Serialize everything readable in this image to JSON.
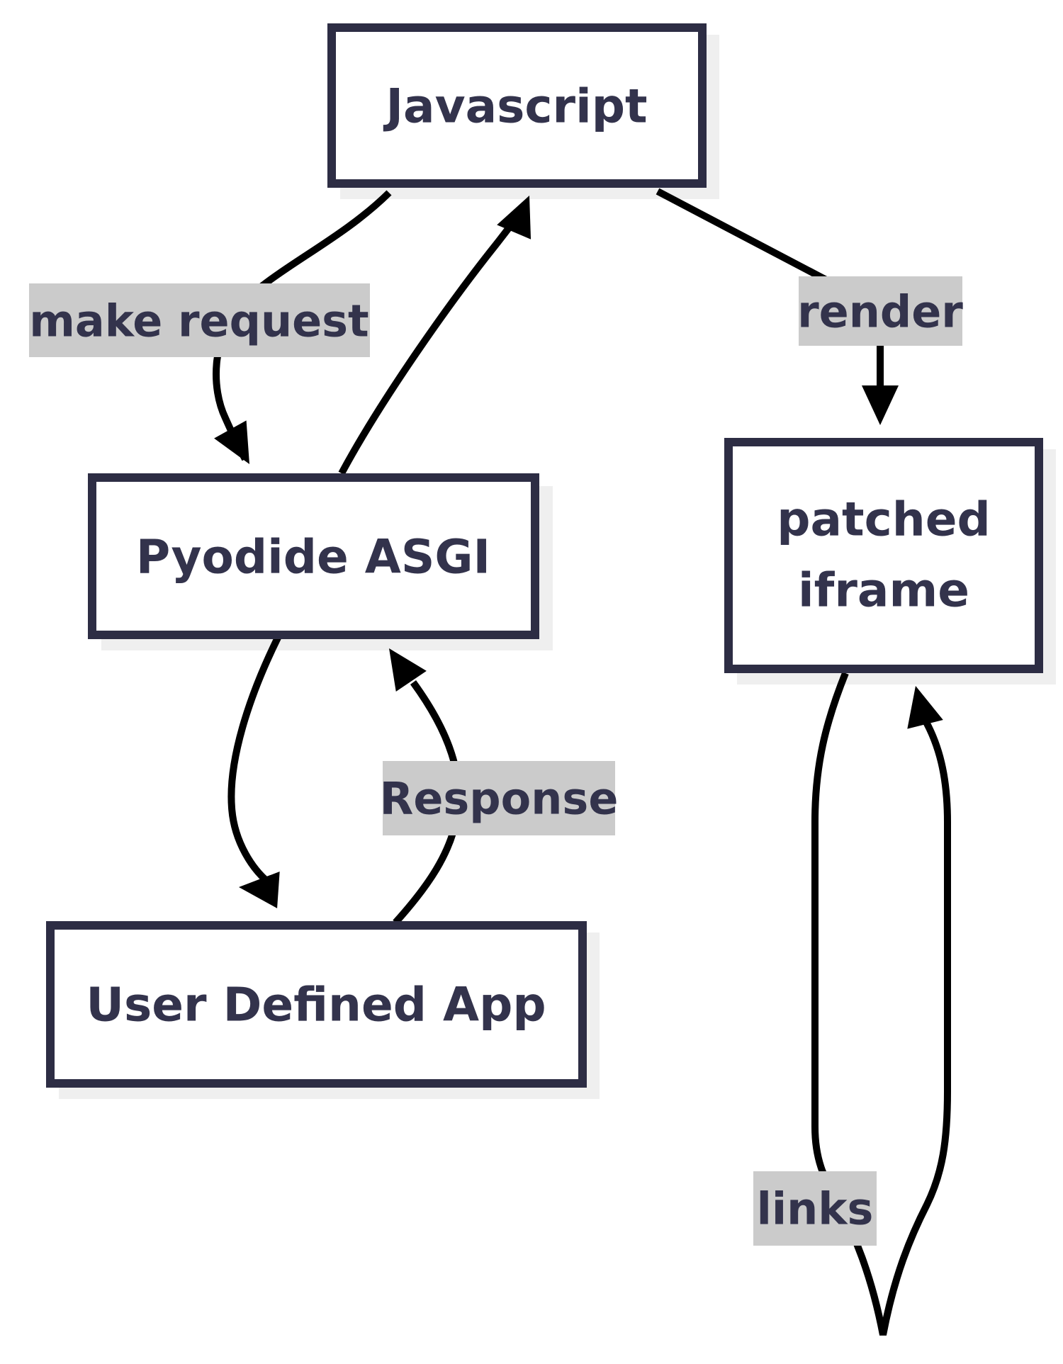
{
  "diagram": {
    "type": "flowchart",
    "background": "#ffffff",
    "nodes": [
      {
        "id": "javascript",
        "label": "Javascript"
      },
      {
        "id": "pyodide-asgi",
        "label": "Pyodide ASGI"
      },
      {
        "id": "patched-iframe",
        "label": "patched iframe",
        "lines": [
          "patched",
          "iframe"
        ]
      },
      {
        "id": "user-defined-app",
        "label": "User Defined App"
      }
    ],
    "edges": [
      {
        "from": "Javascript",
        "to": "Pyodide ASGI",
        "label": "make request"
      },
      {
        "from": "Pyodide ASGI",
        "to": "Javascript",
        "label": ""
      },
      {
        "from": "Javascript",
        "to": "patched iframe",
        "label": "render"
      },
      {
        "from": "Pyodide ASGI",
        "to": "User Defined App",
        "label": ""
      },
      {
        "from": "User Defined App",
        "to": "Pyodide ASGI",
        "label": "Response"
      },
      {
        "from": "patched iframe",
        "to": "patched iframe",
        "label": "links"
      }
    ],
    "colors": {
      "node_border": "#2d2d44",
      "node_fill": "#ffffff",
      "text_color": "#33334c",
      "edge_color": "#000000",
      "label_bg": "#cbcbcb",
      "shadow_color": "#efefef"
    }
  }
}
